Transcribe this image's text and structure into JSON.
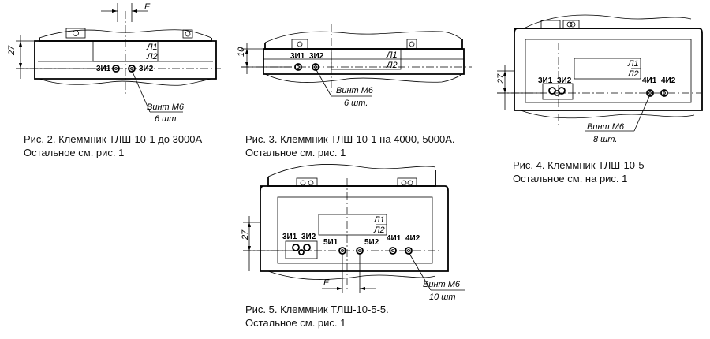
{
  "figures": [
    {
      "caption_line1": "Рис. 2. Клеммник ТЛШ-10-1 до 3000А",
      "caption_line2": "Остальное см. рис. 1",
      "dim_height": "27",
      "dim_e": "E",
      "terminal_left": "3И1",
      "terminal_right": "3И2",
      "l1": "Л1",
      "l2": "Л2",
      "screw": "Винт М6",
      "qty": "6 шт."
    },
    {
      "caption_line1": "Рис. 3. Клеммник ТЛШ-10-1 на 4000, 5000А.",
      "caption_line2": "Остальное см. рис. 1",
      "dim_height": "10",
      "terminal_left": "3И1",
      "terminal_right": "3И2",
      "l1": "Л1",
      "l2": "Л2",
      "screw": "Винт М6",
      "qty": "6 шт."
    },
    {
      "caption_line1": "Рис. 4. Клеммник ТЛШ-10-5",
      "caption_line2": "Остальное см. на рис. 1",
      "dim_height": "27",
      "terminal_left": "3И1",
      "terminal_right": "3И2",
      "terminal_4_left": "4И1",
      "terminal_4_right": "4И2",
      "l1": "Л1",
      "l2": "Л2",
      "screw": "Винт М6",
      "qty": "8 шт."
    },
    {
      "caption_line1": "Рис. 5. Клеммник ТЛШ-10-5-5.",
      "caption_line2": "Остальное см. рис. 1",
      "dim_height": "27",
      "dim_e": "E",
      "terminal_left": "3И1",
      "terminal_right": "3И2",
      "terminal_5_left": "5И1",
      "terminal_5_right": "5И2",
      "terminal_4_left": "4И1",
      "terminal_4_right": "4И2",
      "l1": "Л1",
      "l2": "Л2",
      "screw": "Винт М6",
      "qty": "10 шт"
    }
  ]
}
